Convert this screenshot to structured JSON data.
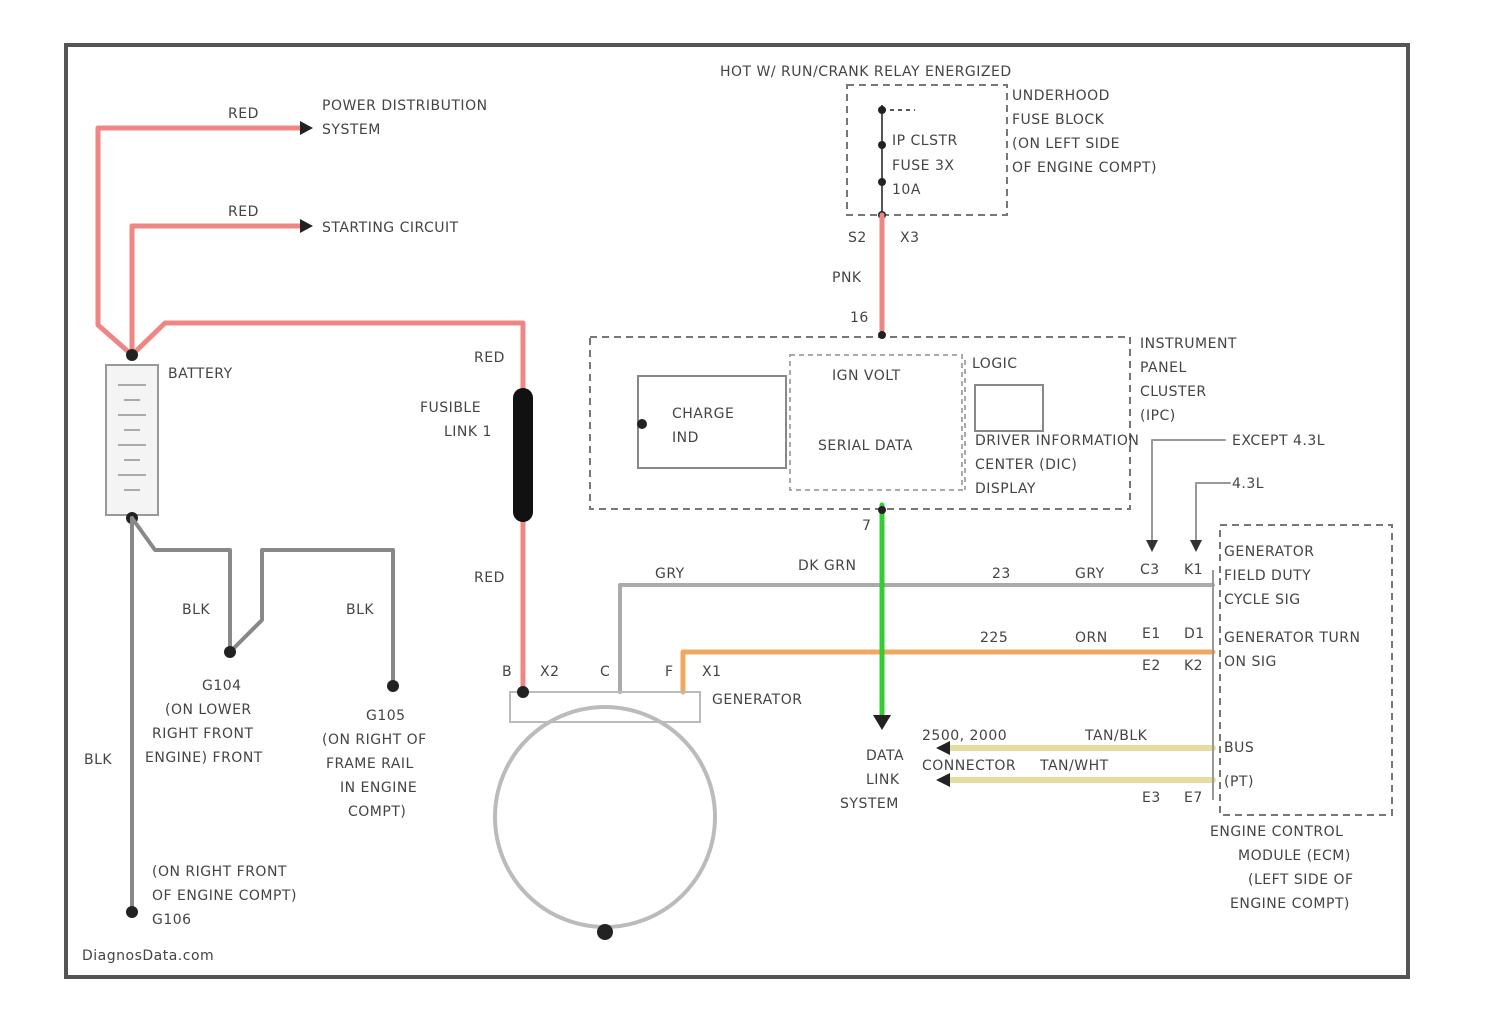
{
  "top": {
    "hot_label": "HOT W/ RUN/CRANK RELAY ENERGIZED"
  },
  "fuse_block": {
    "fuse_name": "IP CLSTR",
    "fuse_id": "FUSE 3X",
    "fuse_rating": "10A",
    "label_line1": "UNDERHOOD",
    "label_line2": "FUSE BLOCK",
    "label_line3": "(ON LEFT SIDE",
    "label_line4": "OF ENGINE COMPT)",
    "conn_left": "S2",
    "conn_right": "X3"
  },
  "ipc_feed": {
    "wire_color": "PNK",
    "pin": "16"
  },
  "battery": {
    "label": "BATTERY",
    "wire_power": "RED",
    "dest_power_line1": "POWER DISTRIBUTION",
    "dest_power_line2": "SYSTEM",
    "wire_start": "RED",
    "dest_start": "STARTING CIRCUIT"
  },
  "fusible_link": {
    "wire_top": "RED",
    "label_line1": "FUSIBLE",
    "label_line2": "LINK 1",
    "wire_bottom": "RED"
  },
  "grounds": {
    "wire_a": "BLK",
    "wire_b": "BLK",
    "wire_main": "BLK",
    "g104_line1": "G104",
    "g104_line2": "(ON LOWER",
    "g104_line3": "RIGHT FRONT",
    "g104_line4": "ENGINE) FRONT",
    "g105_line1": "G105",
    "g105_line2": "(ON RIGHT OF",
    "g105_line3": "FRAME RAIL",
    "g105_line4": "IN ENGINE",
    "g105_line5": "COMPT)",
    "g106_line1": "(ON RIGHT FRONT",
    "g106_line2": "OF ENGINE COMPT)",
    "g106_line3": "G106"
  },
  "cluster": {
    "module_name": "IGN VOLT",
    "logic": "LOGIC",
    "serial_data": "SERIAL DATA",
    "charge_ind_line1": "CHARGE",
    "charge_ind_line2": "IND",
    "dic_line1": "DRIVER INFORMATION",
    "dic_line2": "CENTER (DIC)",
    "dic_line3": "DISPLAY",
    "label_line1": "INSTRUMENT",
    "label_line2": "PANEL",
    "label_line3": "CLUSTER",
    "label_line4": "(IPC)",
    "except": "EXCEPT 4.3L",
    "option": "4.3L",
    "pin_bottom": "7"
  },
  "generator": {
    "label": "GENERATOR",
    "term_b": "B",
    "term_x2": "X2",
    "term_c": "C",
    "term_f": "F",
    "term_x1": "X1"
  },
  "wires": {
    "gry_left": "GRY",
    "dk_grn": "DK GRN",
    "circuit_23": "23",
    "gry_right": "GRY",
    "circuit_225": "225",
    "orn": "ORN",
    "pin_c3": "C3",
    "pin_k1": "K1",
    "pin_e1": "E1",
    "pin_d1": "D1",
    "pin_e2": "E2",
    "pin_k2": "K2",
    "pin_e3": "E3",
    "pin_e7": "E7"
  },
  "ecm": {
    "sig1_line1": "GENERATOR",
    "sig1_line2": "FIELD DUTY",
    "sig1_line3": "CYCLE SIG",
    "sig2_line1": "GENERATOR TURN",
    "sig2_line2": "ON SIG",
    "bus": "BUS",
    "pt": "(PT)",
    "label_line1": "ENGINE CONTROL",
    "label_line2": "MODULE (ECM)",
    "label_line3": "(LEFT SIDE OF",
    "label_line4": "ENGINE COMPT)"
  },
  "data_link": {
    "line1": "DATA",
    "line2": "LINK",
    "line3": "SYSTEM",
    "circuit_top": "2500, 2000",
    "tan_blk": "TAN/BLK",
    "circuit_bottom": "CONNECTOR",
    "tan_wht": "TAN/WHT"
  },
  "footer": {
    "watermark": "DiagnosData.com"
  },
  "colors": {
    "red_wire": "#ef8585",
    "green_wire": "#33cc33",
    "orange_wire": "#f0a860",
    "gray_wire": "#a9a9a9",
    "tan_wire": "#e6dca0",
    "frame": "#555555"
  }
}
